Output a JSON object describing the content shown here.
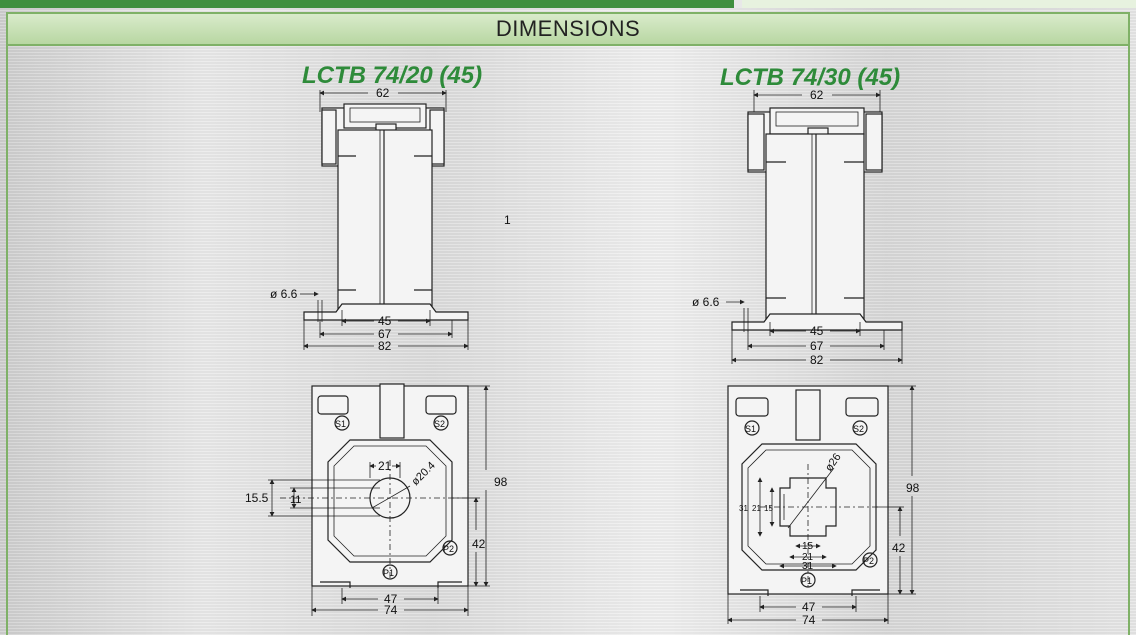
{
  "header": {
    "title": "DIMENSIONS"
  },
  "page_marker": "1",
  "models": [
    {
      "name": "LCTB 74/20 (45)",
      "side": {
        "top_width": "62",
        "hole": "ø 6.6",
        "w45": "45",
        "w67": "67",
        "w82": "82"
      },
      "front": {
        "slot_width": "21",
        "diameter": "ø20.4",
        "h15_5": "15.5",
        "h11": "11",
        "height": "98",
        "h42": "42",
        "w47": "47",
        "w74": "74",
        "terminals": [
          "S1",
          "S2",
          "P1",
          "P2"
        ]
      }
    },
    {
      "name": "LCTB 74/30 (45)",
      "side": {
        "top_width": "62",
        "hole": "ø 6.6",
        "w45": "45",
        "w67": "67",
        "w82": "82"
      },
      "front": {
        "diameter": "ø26",
        "v31": "31",
        "v21": "21",
        "v15": "15",
        "w15": "15",
        "w21": "21",
        "w31": "31",
        "height": "98",
        "h42": "42",
        "w47": "47",
        "w74": "74",
        "terminals": [
          "S1",
          "S2",
          "P1",
          "P2"
        ]
      }
    }
  ]
}
